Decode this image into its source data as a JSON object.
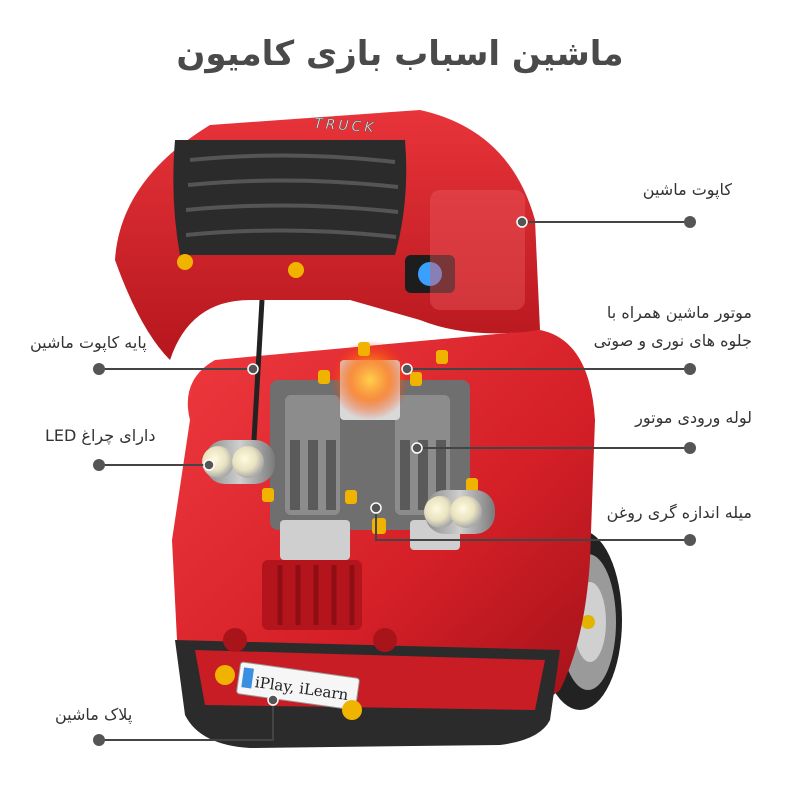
{
  "title": "ماشین اسباب بازی کامیون",
  "product": {
    "hood_text": "TRUCK",
    "plate_text": "iPlay, iLearn"
  },
  "callouts": {
    "hood": {
      "label": "کاپوت ماشین",
      "side": "right"
    },
    "engine": {
      "label_line1": "موتور ماشین همراه با",
      "label_line2": "جلوه های نوری و صوتی",
      "side": "right"
    },
    "intake": {
      "label": "لوله ورودی موتور",
      "side": "right"
    },
    "dipstick": {
      "label": "میله اندازه گری روغن",
      "side": "right"
    },
    "hood_stand": {
      "label": "پایه کاپوت ماشین",
      "side": "left"
    },
    "led": {
      "label": "دارای چراغ LED",
      "side": "left"
    },
    "plate": {
      "label": "پلاک ماشین",
      "side": "left"
    }
  },
  "colors": {
    "body_red": "#d8222a",
    "dark_red": "#a5141b",
    "line": "#444444",
    "dot": "#555555",
    "title": "#4a4a4a"
  }
}
